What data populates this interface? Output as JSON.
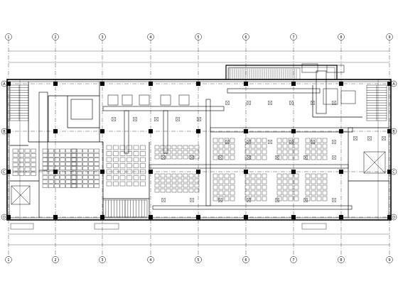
{
  "drawing": {
    "type": "HVAC floor plan",
    "line_color": "#000000",
    "background": "#ffffff",
    "axis_labels_top": [
      "1",
      "2",
      "3",
      "4",
      "5",
      "6",
      "7",
      "8",
      "9"
    ],
    "axis_labels_bottom": [
      "1",
      "2",
      "3",
      "4",
      "5",
      "6",
      "7",
      "8",
      "9"
    ],
    "axis_labels_left": [
      "A",
      "B",
      "C",
      "D"
    ],
    "axis_labels_right": [
      "A",
      "B",
      "C",
      "D"
    ]
  }
}
